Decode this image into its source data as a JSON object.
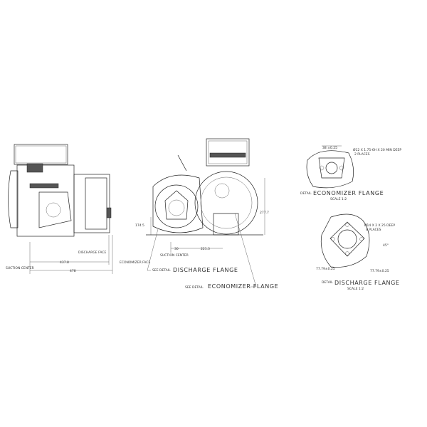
{
  "side_view": {
    "discharge_face": "DISCHARGE FACE",
    "dim_437": "437.8",
    "suction_center": "SUCTION CENTER",
    "dim_478": "478"
  },
  "front_view": {
    "economizer_face": "ECONOMIZER FACE",
    "suction_center": "SUCTION CENTER",
    "dim_30": "30",
    "dim_221": "221.3",
    "dim_174": "174.5",
    "dim_277": "277.7",
    "see_detail": "SEE DETAIL",
    "discharge_flange": "DISCHARGE FLANGE",
    "economizer_flange": "ECONOMIZER FLANGE"
  },
  "economizer_detail": {
    "dim_top": "38 ±0.25",
    "hole_note": "Ø12 X 1.75-6H X 20 MIN DEEP",
    "places": "2 PLACES",
    "detail": "DETAIL",
    "title": "ECONOMIZER FLANGE",
    "scale": "SCALE 1:2"
  },
  "discharge_detail": {
    "hole_note": "Ø14 X 2 X 25 DEEP",
    "places": "4 PLACES",
    "angle": "45°",
    "dim_left": "77.79±0.25",
    "dim_right": "77.79±0.25",
    "detail": "DETAIL",
    "title": "DISCHARGE FLANGE",
    "scale": "SCALE 1:2"
  }
}
